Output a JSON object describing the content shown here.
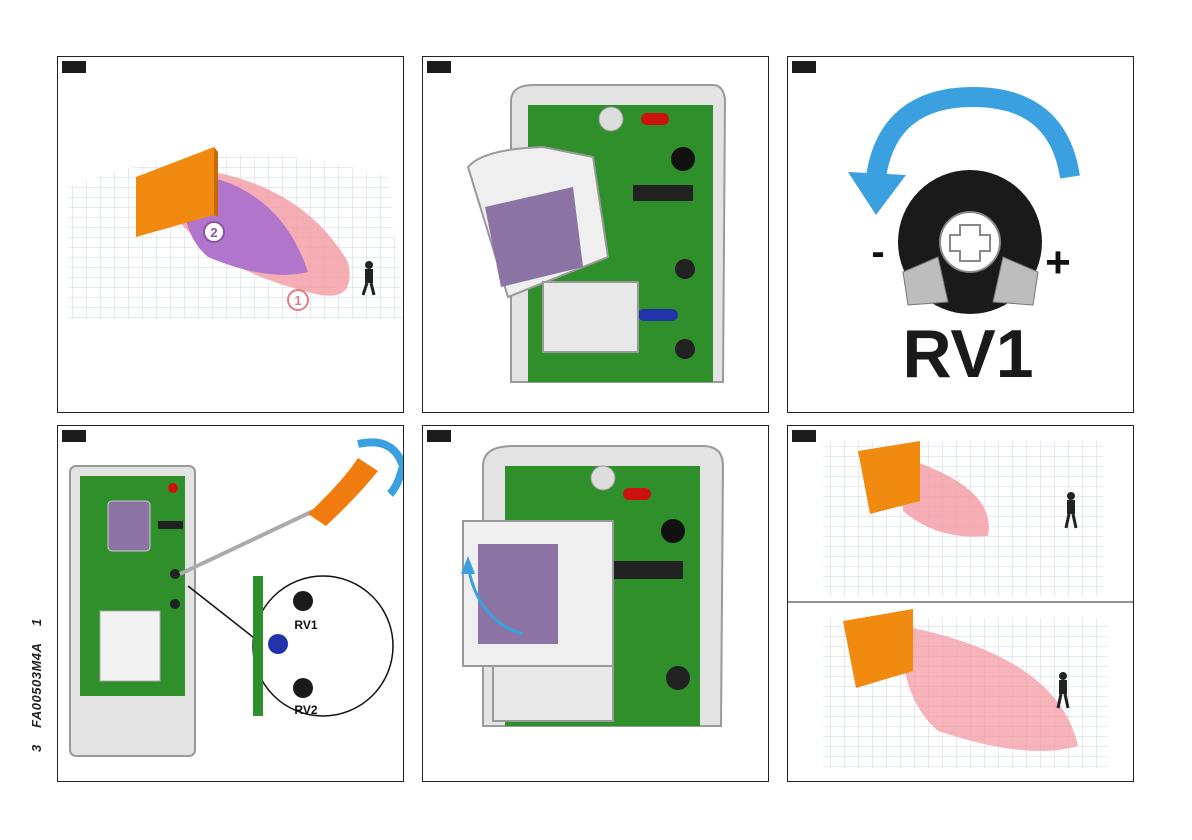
{
  "page": {
    "number": "3",
    "document_code": "FA00503M4A",
    "page_index": "1"
  },
  "fig1": {
    "zone_large_label": "1",
    "zone_small_label": "2"
  },
  "fig3": {
    "trimmer_label": "RV1",
    "minus": "-",
    "plus": "+"
  },
  "fig4": {
    "callout_trimmer_1": "RV1",
    "callout_trimmer_2": "RV2"
  },
  "colors": {
    "pcb": "#2f8f2a",
    "lens": "#8b74a3",
    "arrow": "#3aa0e0",
    "wall": "#f08a10",
    "zone": "#f4a0a8",
    "zone_inner": "#b175cc"
  }
}
